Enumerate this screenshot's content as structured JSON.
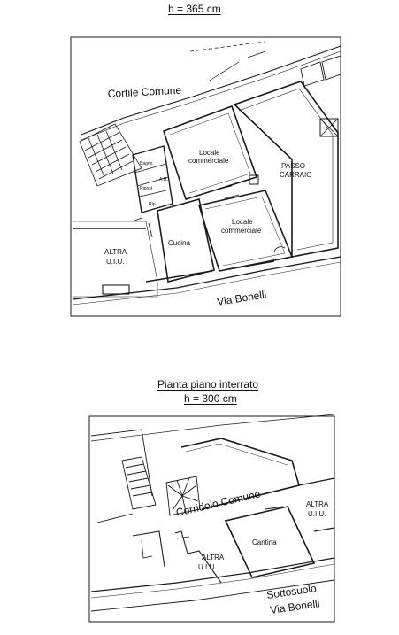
{
  "top_plan": {
    "height_label": "h = 365 cm",
    "rooms": {
      "cortile": "Cortile Comune",
      "locale1_line1": "Locale",
      "locale1_line2": "commerciale",
      "passo_line1": "PASSO",
      "passo_line2": "CARRAIO",
      "bagno": "Bagno",
      "ah": "A.H.",
      "ripost": "Ripost",
      "rip": "Rip.",
      "locale2_line1": "Locale",
      "locale2_line2": "commerciale",
      "cucina": "Cucina",
      "altra_line1": "ALTRA",
      "altra_line2": "U.I.U.",
      "street": "Via Bonelli"
    }
  },
  "bottom_plan": {
    "title": "Pianta piano interrato",
    "height_label": "h = 300 cm",
    "rooms": {
      "corridoio": "Corridoio Comune",
      "altra_right_line1": "ALTRA",
      "altra_right_line2": "U.I.U.",
      "cantina": "Cantina",
      "altra_left_line1": "ALTRA",
      "altra_left_line2": "U.I.U.",
      "sottosuolo": "Sottosuolo",
      "street": "Via Bonelli"
    }
  },
  "colors": {
    "ink": "#1a1a1a",
    "paper": "#ffffff"
  }
}
